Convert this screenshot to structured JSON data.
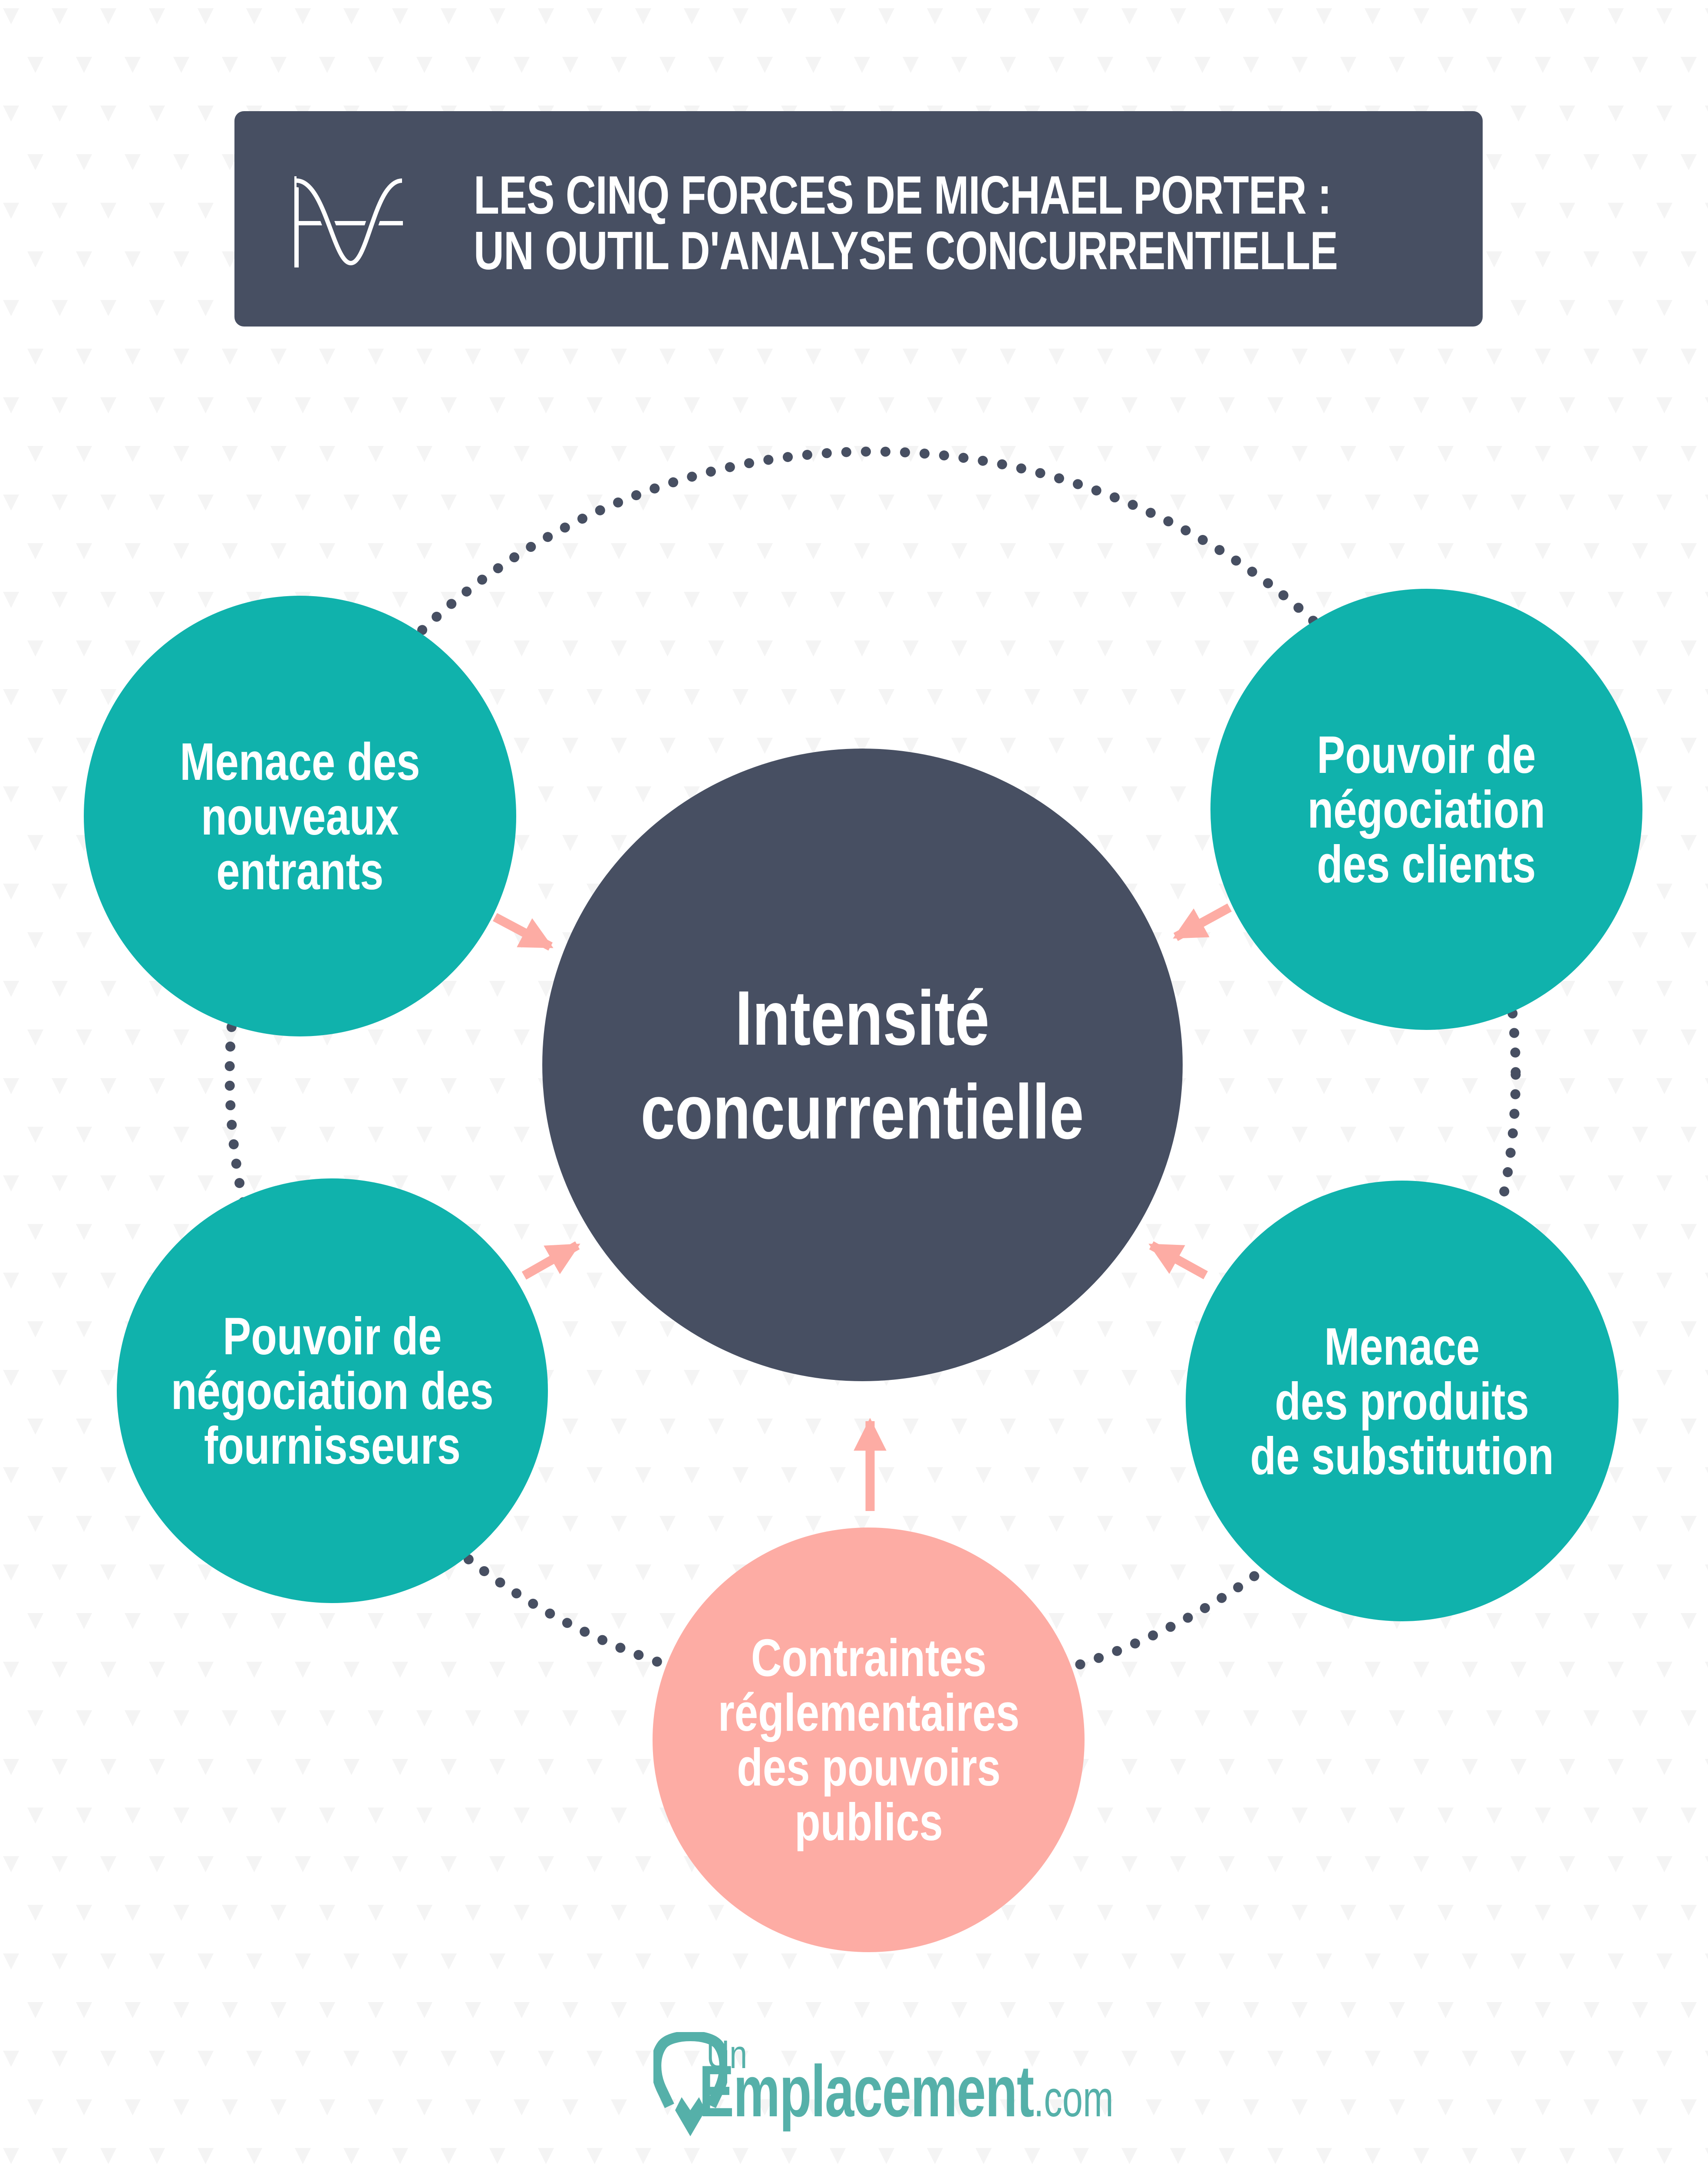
{
  "title": {
    "line1": "LES CINQ FORCES DE MICHAEL PORTER :",
    "line2": "UN OUTIL D'ANALYSE CONCURRENTIELLE",
    "icon": "sine-wave-icon"
  },
  "colors": {
    "title_bg": "#474f62",
    "center_circle": "#474f62",
    "force_circle": "#10b2ac",
    "government_circle": "#fdaca4",
    "arrow": "#fdaca4",
    "dotted_ring": "#474f62",
    "background_pattern": "#f4f4f4",
    "logo": "#55b0a9"
  },
  "center": {
    "lines": [
      "Intensité",
      "concurrentielle"
    ]
  },
  "forces": [
    {
      "id": "new-entrants",
      "lines": [
        "Menace des",
        "nouveaux",
        "entrants"
      ],
      "position": "top-left"
    },
    {
      "id": "buyer-power",
      "lines": [
        "Pouvoir de",
        "négociation",
        "des clients"
      ],
      "position": "top-right"
    },
    {
      "id": "supplier-power",
      "lines": [
        "Pouvoir de",
        "négociation des",
        "fournisseurs"
      ],
      "position": "bottom-left"
    },
    {
      "id": "substitutes",
      "lines": [
        "Menace",
        "des produits",
        "de substitution"
      ],
      "position": "bottom-right"
    },
    {
      "id": "government",
      "lines": [
        "Contraintes",
        "réglementaires",
        "des pouvoirs",
        "publics"
      ],
      "position": "bottom"
    }
  ],
  "logo": {
    "small": "Un",
    "main": "Emplacement",
    "tld": ".com",
    "icon": "map-pin-icon"
  }
}
